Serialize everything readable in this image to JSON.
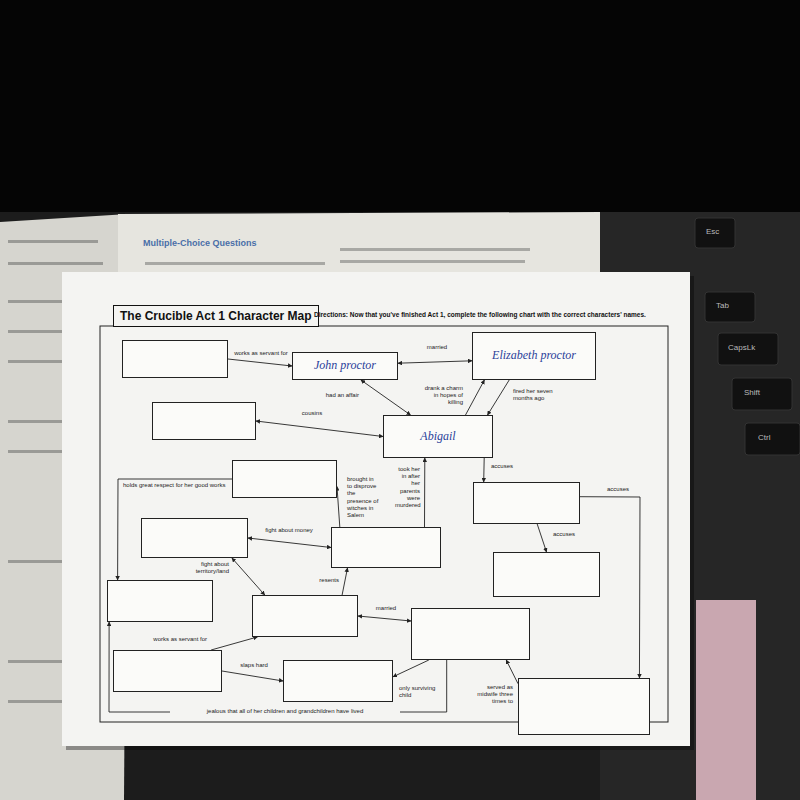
{
  "diagram": {
    "title": "The Crucible Act 1 Character Map",
    "nodes": [
      {
        "text": []
      },
      {
        "text": [
          "John proctor"
        ]
      },
      {
        "text": [
          "Elizabeth proctor"
        ]
      },
      {
        "text": []
      },
      {
        "text": [
          "Abigail"
        ]
      },
      {
        "text": []
      },
      {
        "text": []
      },
      {
        "text": []
      },
      {
        "text": []
      },
      {
        "text": []
      },
      {
        "text": []
      },
      {
        "text": []
      },
      {
        "text": []
      },
      {
        "text": []
      },
      {
        "text": []
      },
      {
        "text": []
      }
    ],
    "edges": [
      {
        "from": 0,
        "to": 1,
        "label": "works as servant for",
        "arrow": "to"
      },
      {
        "from": 1,
        "to": 2,
        "label": "married",
        "arrow": "both"
      },
      {
        "from": 1,
        "to": 4,
        "label": "had an affair",
        "arrow": "both"
      },
      {
        "from": 4,
        "to": 2,
        "label": "drank a charm in hopes of killing",
        "arrow": "to"
      },
      {
        "from": 2,
        "to": 4,
        "label": "fired her seven months ago",
        "arrow": "to"
      },
      {
        "from": 3,
        "to": 4,
        "label": "cousins",
        "arrow": "both"
      },
      {
        "from": 4,
        "to": 6,
        "label": "accuses",
        "arrow": "to"
      },
      {
        "from": 5,
        "to": 10,
        "label": "holds great respect for her good works",
        "arrow": "to"
      },
      {
        "from": 8,
        "to": 5,
        "label": "brought in to disprove the presence of witches in Salem",
        "arrow": "to"
      },
      {
        "from": 8,
        "to": 4,
        "label": "took her in after her parents were murdered",
        "arrow": "to"
      },
      {
        "from": 6,
        "to": 9,
        "label": "accuses",
        "arrow": "to"
      },
      {
        "from": 6,
        "to": 15,
        "label": "accuses",
        "arrow": "to"
      },
      {
        "from": 7,
        "to": 8,
        "label": "fight about money",
        "arrow": "both"
      },
      {
        "from": 7,
        "to": 11,
        "label": "fight about territory/land",
        "arrow": "both"
      },
      {
        "from": 11,
        "to": 8,
        "label": "resents",
        "arrow": "to"
      },
      {
        "from": 11,
        "to": 12,
        "label": "married",
        "arrow": "both"
      },
      {
        "from": 13,
        "to": 11,
        "label": "works as servant for",
        "arrow": "to"
      },
      {
        "from": 13,
        "to": 14,
        "label": "slaps hard",
        "arrow": "to"
      },
      {
        "from": 12,
        "to": 14,
        "label": "only surviving child",
        "arrow": "to"
      },
      {
        "from": 15,
        "to": 12,
        "label": "served as midwife three times to",
        "arrow": "to"
      },
      {
        "from": 12,
        "to": 10,
        "label": "jealous that all of her children and grandchildren have lived",
        "arrow": "to"
      }
    ],
    "labels": [
      "Directions: Now that you've finished Act 1, complete the following chart with the correct characters' names.",
      "Multiple-Choice Questions",
      "Esc",
      "Tab",
      "CapsLk",
      "Shift",
      "Ctrl"
    ]
  }
}
